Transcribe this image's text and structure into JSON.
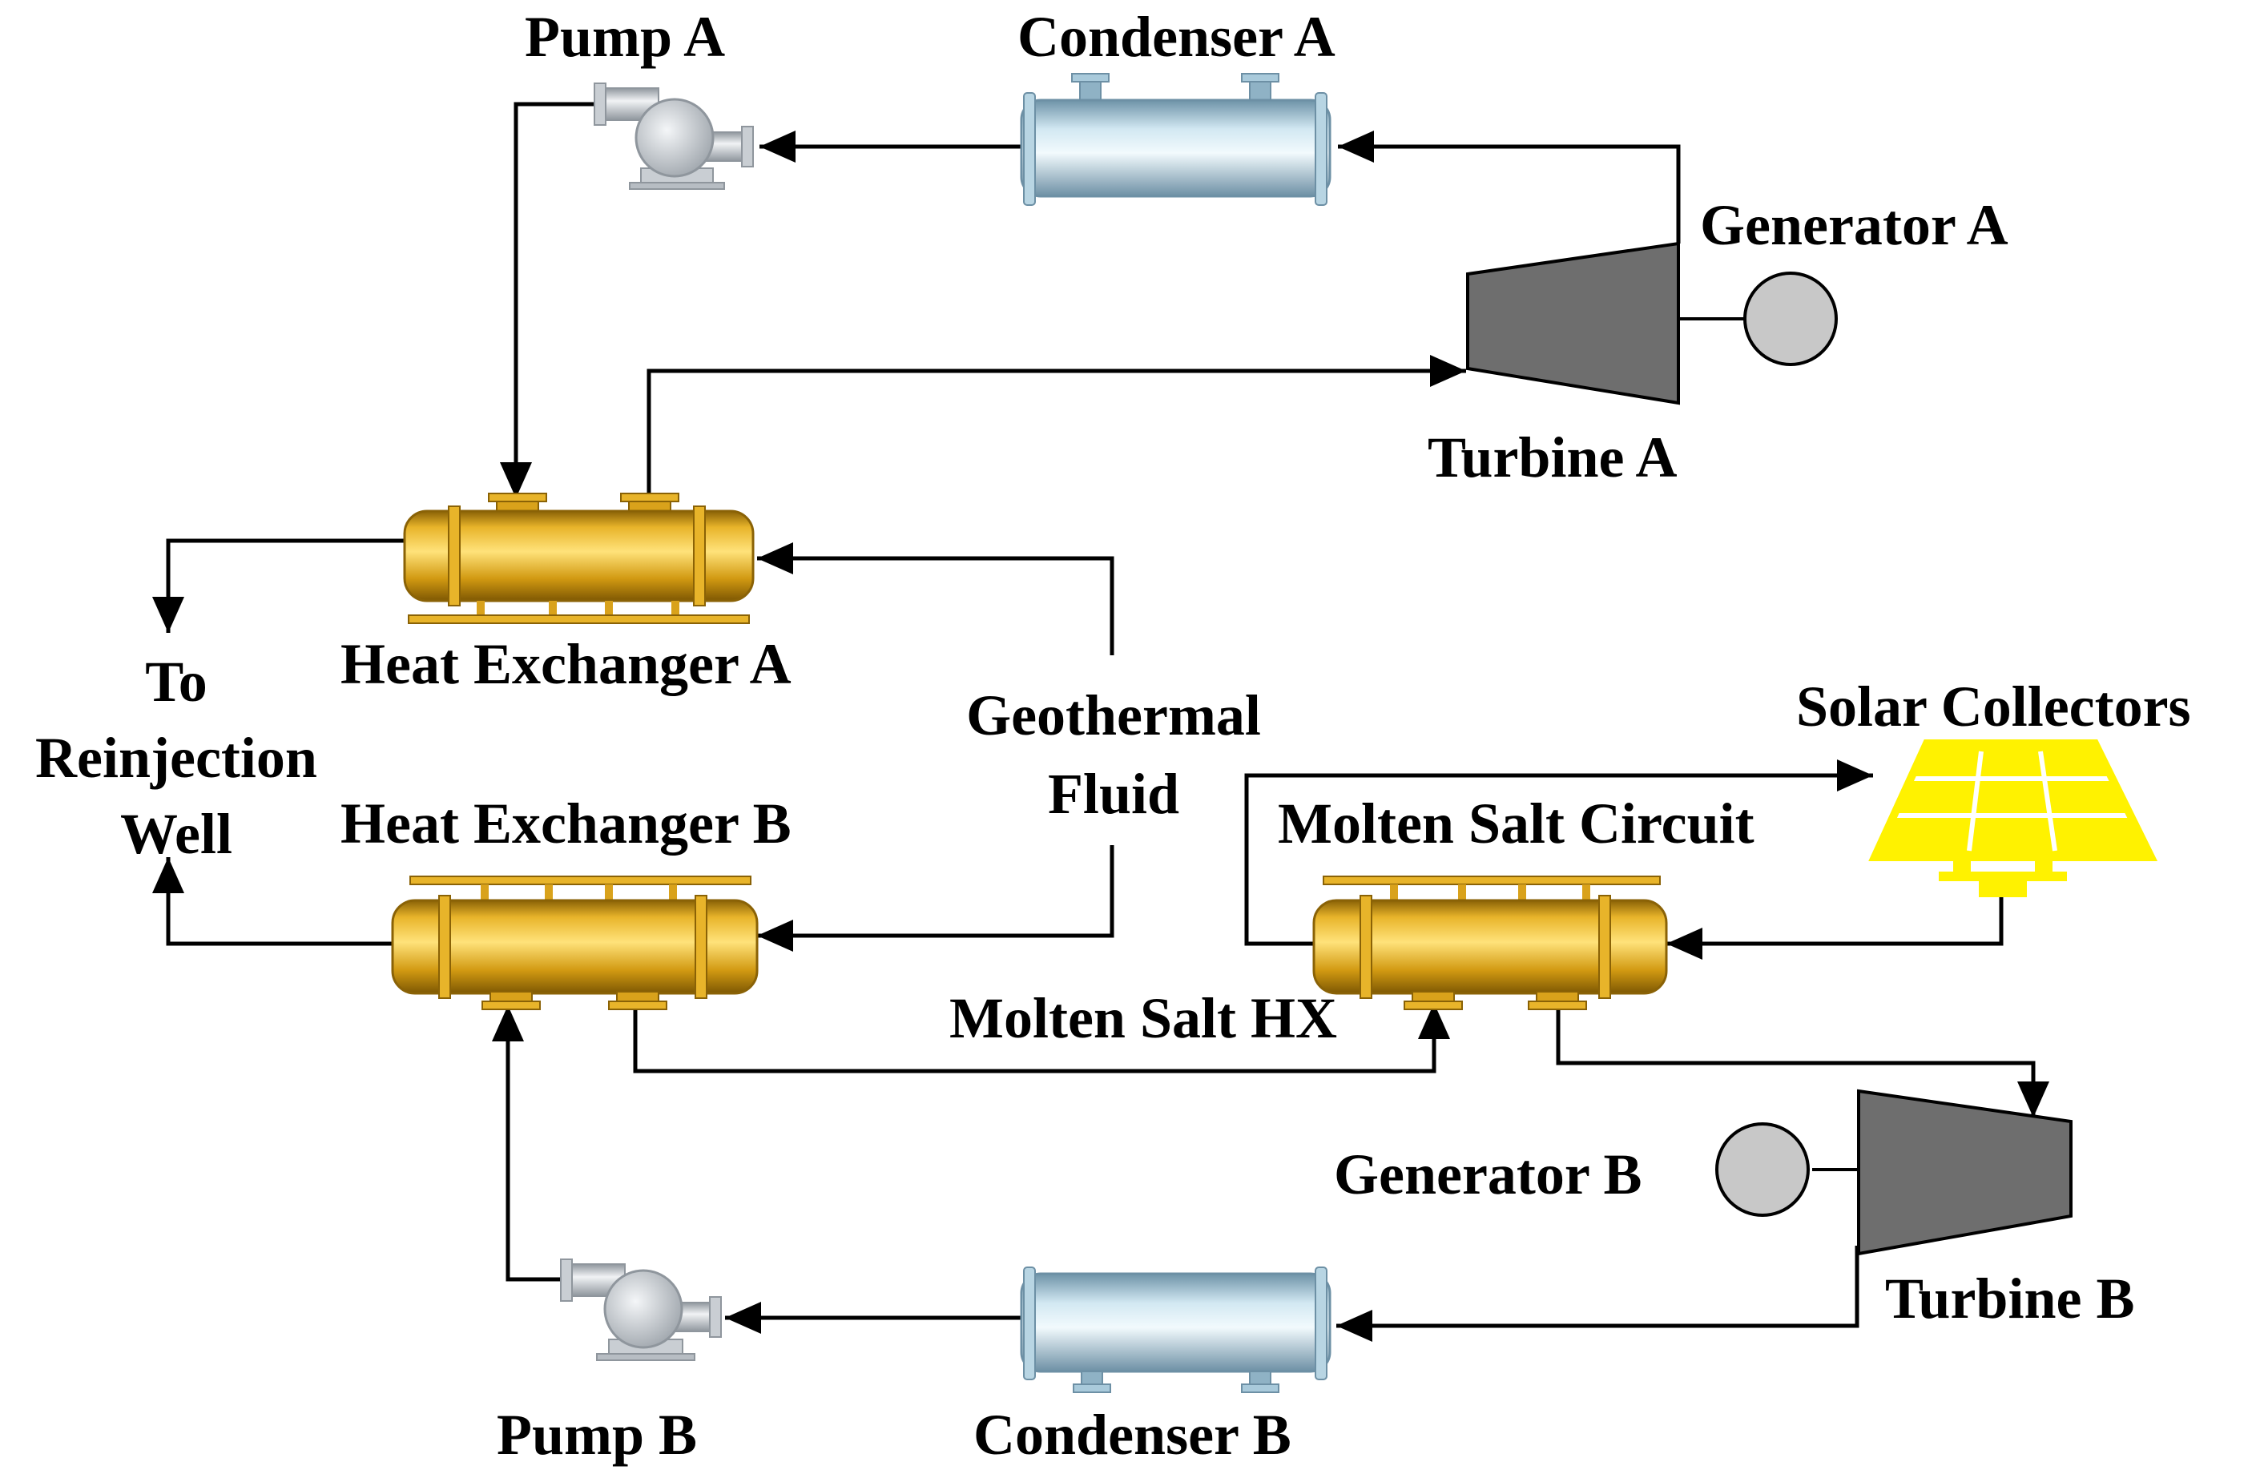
{
  "labels": {
    "pump_a": "Pump A",
    "condenser_a": "Condenser A",
    "generator_a": "Generator A",
    "turbine_a": "Turbine A",
    "heat_exchanger_a": "Heat Exchanger A",
    "reinjection_line1": "To",
    "reinjection_line2": "Reinjection",
    "reinjection_line3": "Well",
    "geothermal_line1": "Geothermal",
    "geothermal_line2": "Fluid",
    "heat_exchanger_b": "Heat Exchanger B",
    "solar_collectors": "Solar Collectors",
    "molten_salt_circuit": "Molten Salt Circuit",
    "molten_salt_hx": "Molten Salt HX",
    "generator_b": "Generator B",
    "turbine_b": "Turbine B",
    "pump_b": "Pump B",
    "condenser_b": "Condenser B"
  },
  "colors": {
    "heat_exchanger": "#D9A21B",
    "condenser": "#A9CADB",
    "pump": "#C9CED3",
    "turbine": "#6E6E6E",
    "generator": "#C8C8C8",
    "solar": "#FFF200",
    "flow_line": "#000000"
  }
}
